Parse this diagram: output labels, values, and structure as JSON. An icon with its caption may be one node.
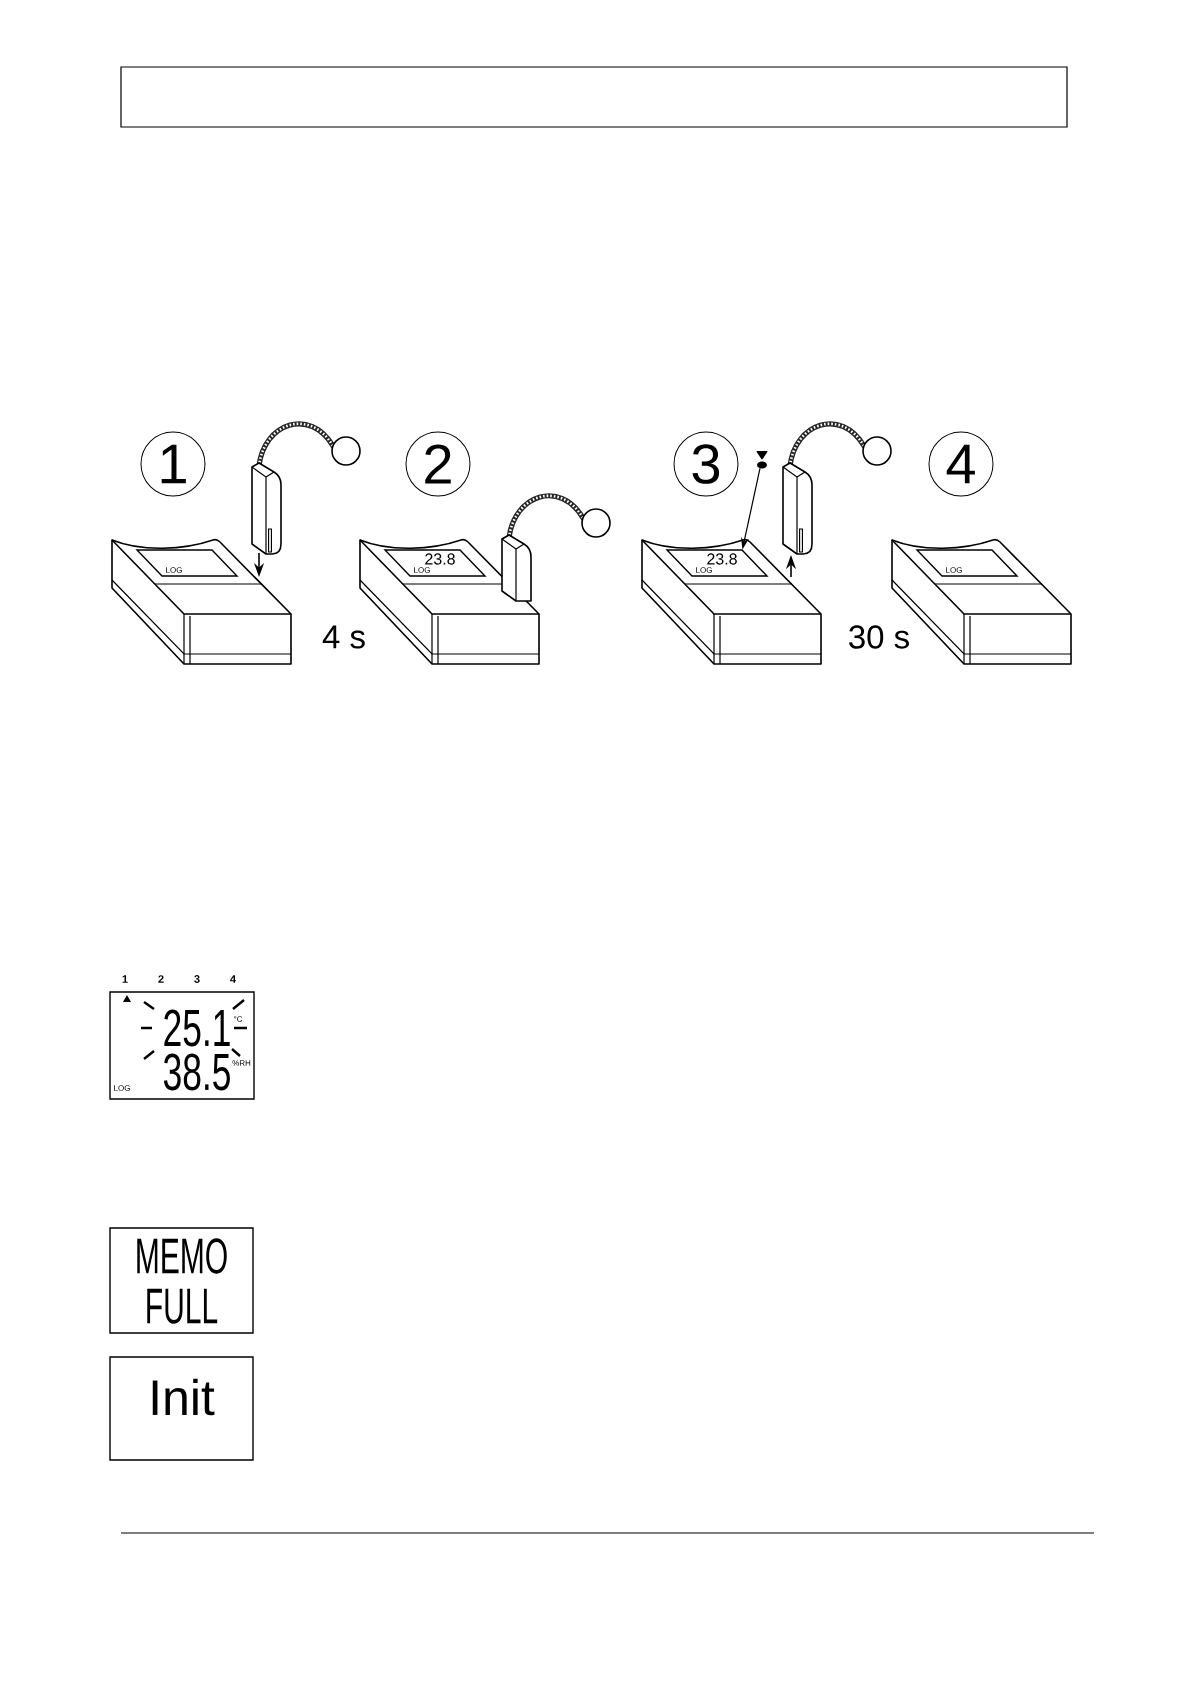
{
  "diagram": {
    "nodes": [
      {
        "text": [],
        "shape": "box"
      },
      {
        "text": [
          "1"
        ]
      },
      {
        "text": [],
        "shape": "picture"
      },
      {
        "text": [
          "LOG"
        ],
        "in": 2
      },
      {
        "text": [
          "2"
        ]
      },
      {
        "text": [],
        "shape": "picture"
      },
      {
        "text": [
          "23.8",
          "LOG"
        ],
        "in": 5
      },
      {
        "text": [
          "3"
        ]
      },
      {
        "text": [],
        "shape": "picture"
      },
      {
        "text": [],
        "shape": "picture"
      },
      {
        "text": [
          "23.8",
          "LOG"
        ],
        "in": 9
      },
      {
        "text": [
          "4"
        ]
      },
      {
        "text": [],
        "shape": "picture"
      },
      {
        "text": [
          "LOG"
        ],
        "in": 12
      },
      {
        "text": [
          "1",
          "2",
          "3",
          "4",
          "25.1",
          "°C",
          "38.5",
          "%RH",
          "LOG"
        ]
      },
      {
        "text": [
          "MEMO FULL"
        ]
      },
      {
        "text": [
          "Init"
        ]
      }
    ],
    "edges": [
      {
        "from": 8,
        "to": 10,
        "arrow": "to"
      }
    ],
    "labels": [
      "4 s",
      "30 s"
    ]
  }
}
